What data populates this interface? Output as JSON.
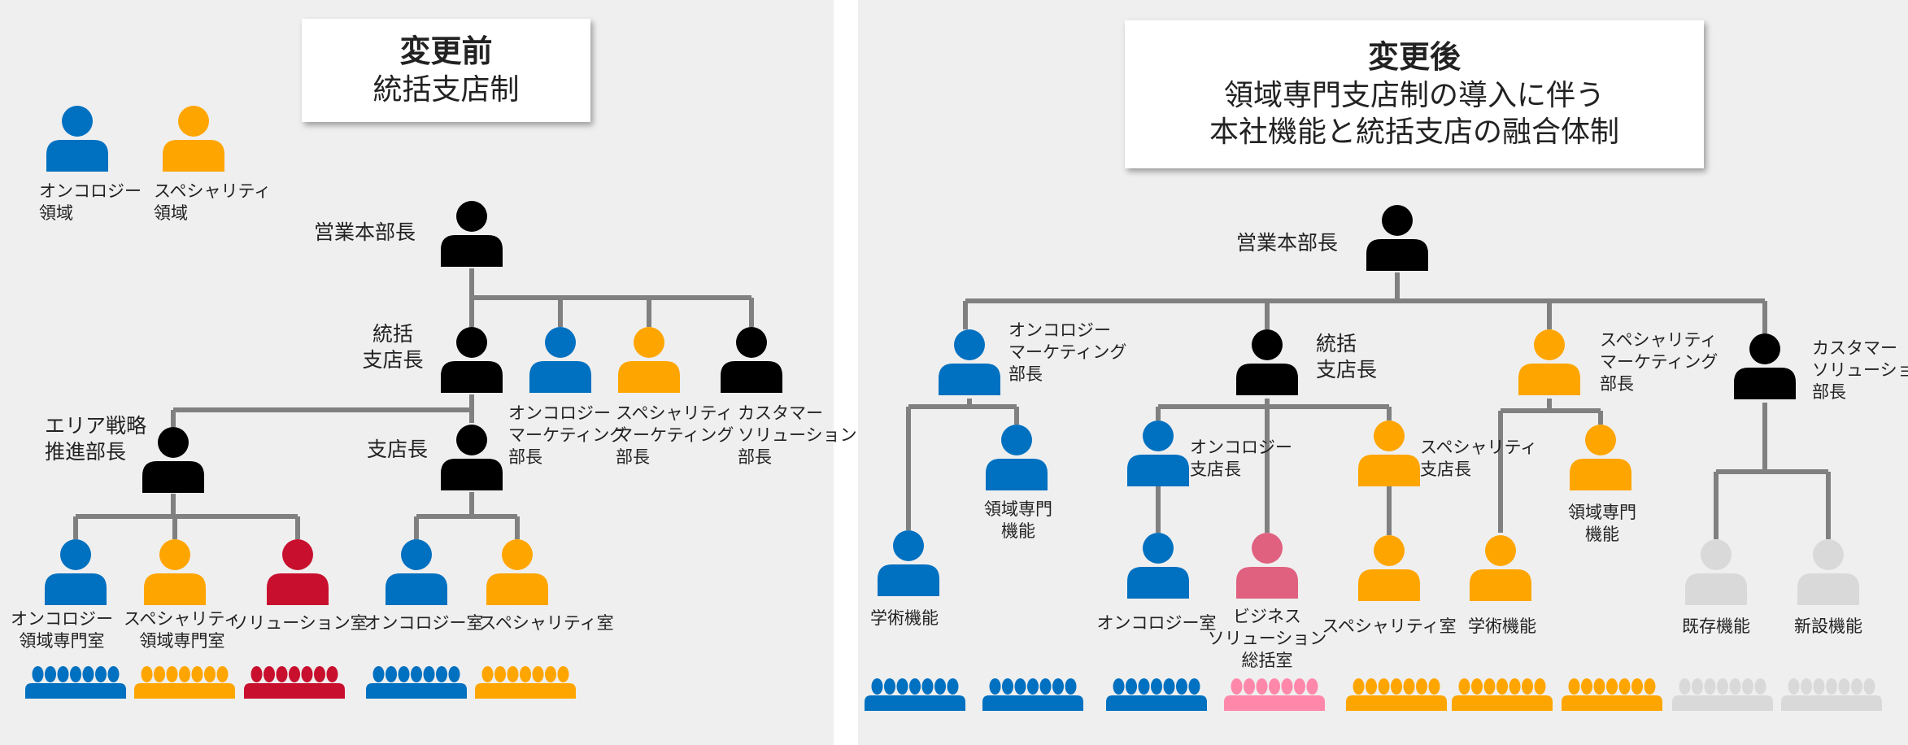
{
  "colors": {
    "oncology": "#0070c0",
    "specialty": "#ffa500",
    "solution": "#c8102e",
    "business": "#e06080",
    "business_team": "#ff88aa",
    "neutral": "#000000",
    "inactive": "#d9d9d9",
    "connector": "#808080"
  },
  "before": {
    "title_bold": "変更前",
    "title_sub": "統括支店制",
    "legend": [
      {
        "color": "oncology",
        "lines": [
          "オンコロジー",
          "領域"
        ]
      },
      {
        "color": "specialty",
        "lines": [
          "スペシャリティ",
          "領域"
        ]
      }
    ],
    "labels": {
      "sales_head": "営業本部長",
      "general_branch": [
        "統括",
        "支店長"
      ],
      "onc_mkt": [
        "オンコロジー",
        "マーケティング",
        "部長"
      ],
      "spc_mkt": [
        "スペシャリティ",
        "マーケティング",
        "部長"
      ],
      "customer": [
        "カスタマー",
        "ソリューション",
        "部長"
      ],
      "area": [
        "エリア戦略",
        "推進部長"
      ],
      "branch": "支店長",
      "onc_room": [
        "オンコロジー",
        "領域専門室"
      ],
      "spc_room": [
        "スペシャリティ",
        "領域専門室"
      ],
      "sol_room": "ソリューション室",
      "onc_office": "オンコロジー室",
      "spc_office": "スペシャリティ室"
    }
  },
  "after": {
    "title_bold": "変更後",
    "title_lines": [
      "領域専門支店制の導入に伴う",
      "本社機能と統括支店の融合体制"
    ],
    "labels": {
      "sales_head": "営業本部長",
      "onc_mkt": [
        "オンコロジー",
        "マーケティング",
        "部長"
      ],
      "general_branch": [
        "統括",
        "支店長"
      ],
      "spc_mkt": [
        "スペシャリティ",
        "マーケティング",
        "部長"
      ],
      "customer": [
        "カスタマー",
        "ソリューション",
        "部長"
      ],
      "onc_branch": [
        "オンコロジー",
        "支店長"
      ],
      "spc_branch": [
        "スペシャリティ",
        "支店長"
      ],
      "onc_domain": [
        "領域専門",
        "機能"
      ],
      "spc_domain": [
        "領域専門",
        "機能"
      ],
      "onc_academic": "学術機能",
      "spc_academic": "学術機能",
      "onc_office": "オンコロジー室",
      "business": [
        "ビジネス",
        "ソリューション",
        "総括室"
      ],
      "spc_office": "スペシャリティ室",
      "existing": "既存機能",
      "new": "新設機能"
    }
  }
}
